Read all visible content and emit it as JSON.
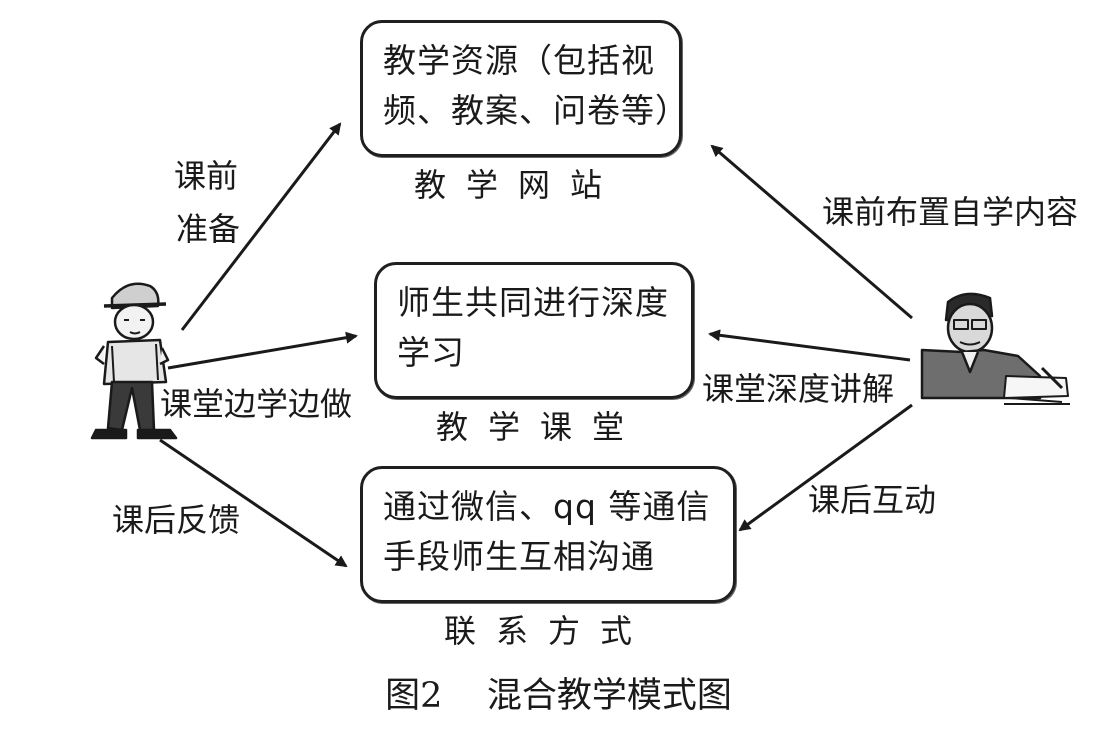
{
  "boxes": {
    "website_box": {
      "line1": "教学资源（包括视",
      "line2": "频、教案、问卷等）"
    },
    "classroom_box": {
      "line1": "师生共同进行深度",
      "line2": "学习"
    },
    "contact_box": {
      "line1": "通过微信、qq 等通信",
      "line2": "手段师生互相沟通"
    }
  },
  "nodes": {
    "website_label": "教学网站",
    "classroom_label": "教学课堂",
    "contact_label": "联系方式"
  },
  "edges": {
    "student_to_website_line1": "课前",
    "student_to_website_line2": "准备",
    "student_to_classroom": "课堂边学边做",
    "student_to_contact": "课后反馈",
    "teacher_to_website": "课前布置自学内容",
    "teacher_to_classroom": "课堂深度讲解",
    "teacher_to_contact": "课后互动"
  },
  "figure": {
    "number": "图2",
    "title": "混合教学模式图"
  },
  "icons": {
    "student": "student-figure-icon",
    "teacher": "teacher-figure-icon"
  }
}
